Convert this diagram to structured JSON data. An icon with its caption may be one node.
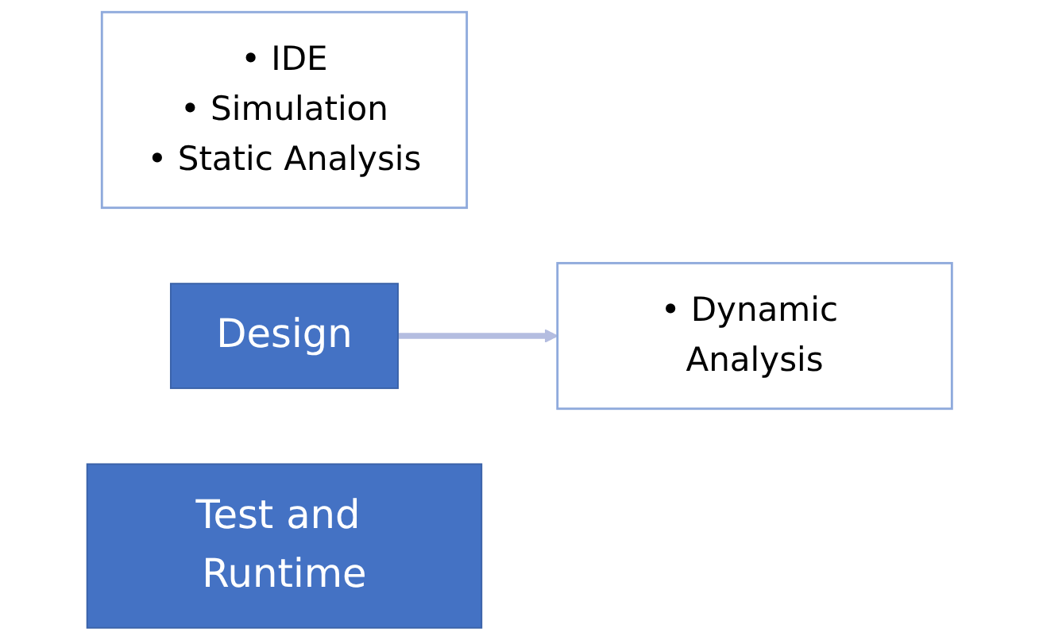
{
  "diagram": {
    "nodes": [
      {
        "text": [
          "• IDE",
          "• Simulation",
          "• Static Analysis"
        ]
      },
      {
        "text": [
          "Design"
        ]
      },
      {
        "text": [
          "• Dynamic Analysis"
        ]
      },
      {
        "text": [
          "Test and Runtime"
        ]
      }
    ],
    "edges": [
      {
        "from": 1,
        "to": 2,
        "arrow": "to"
      }
    ]
  }
}
